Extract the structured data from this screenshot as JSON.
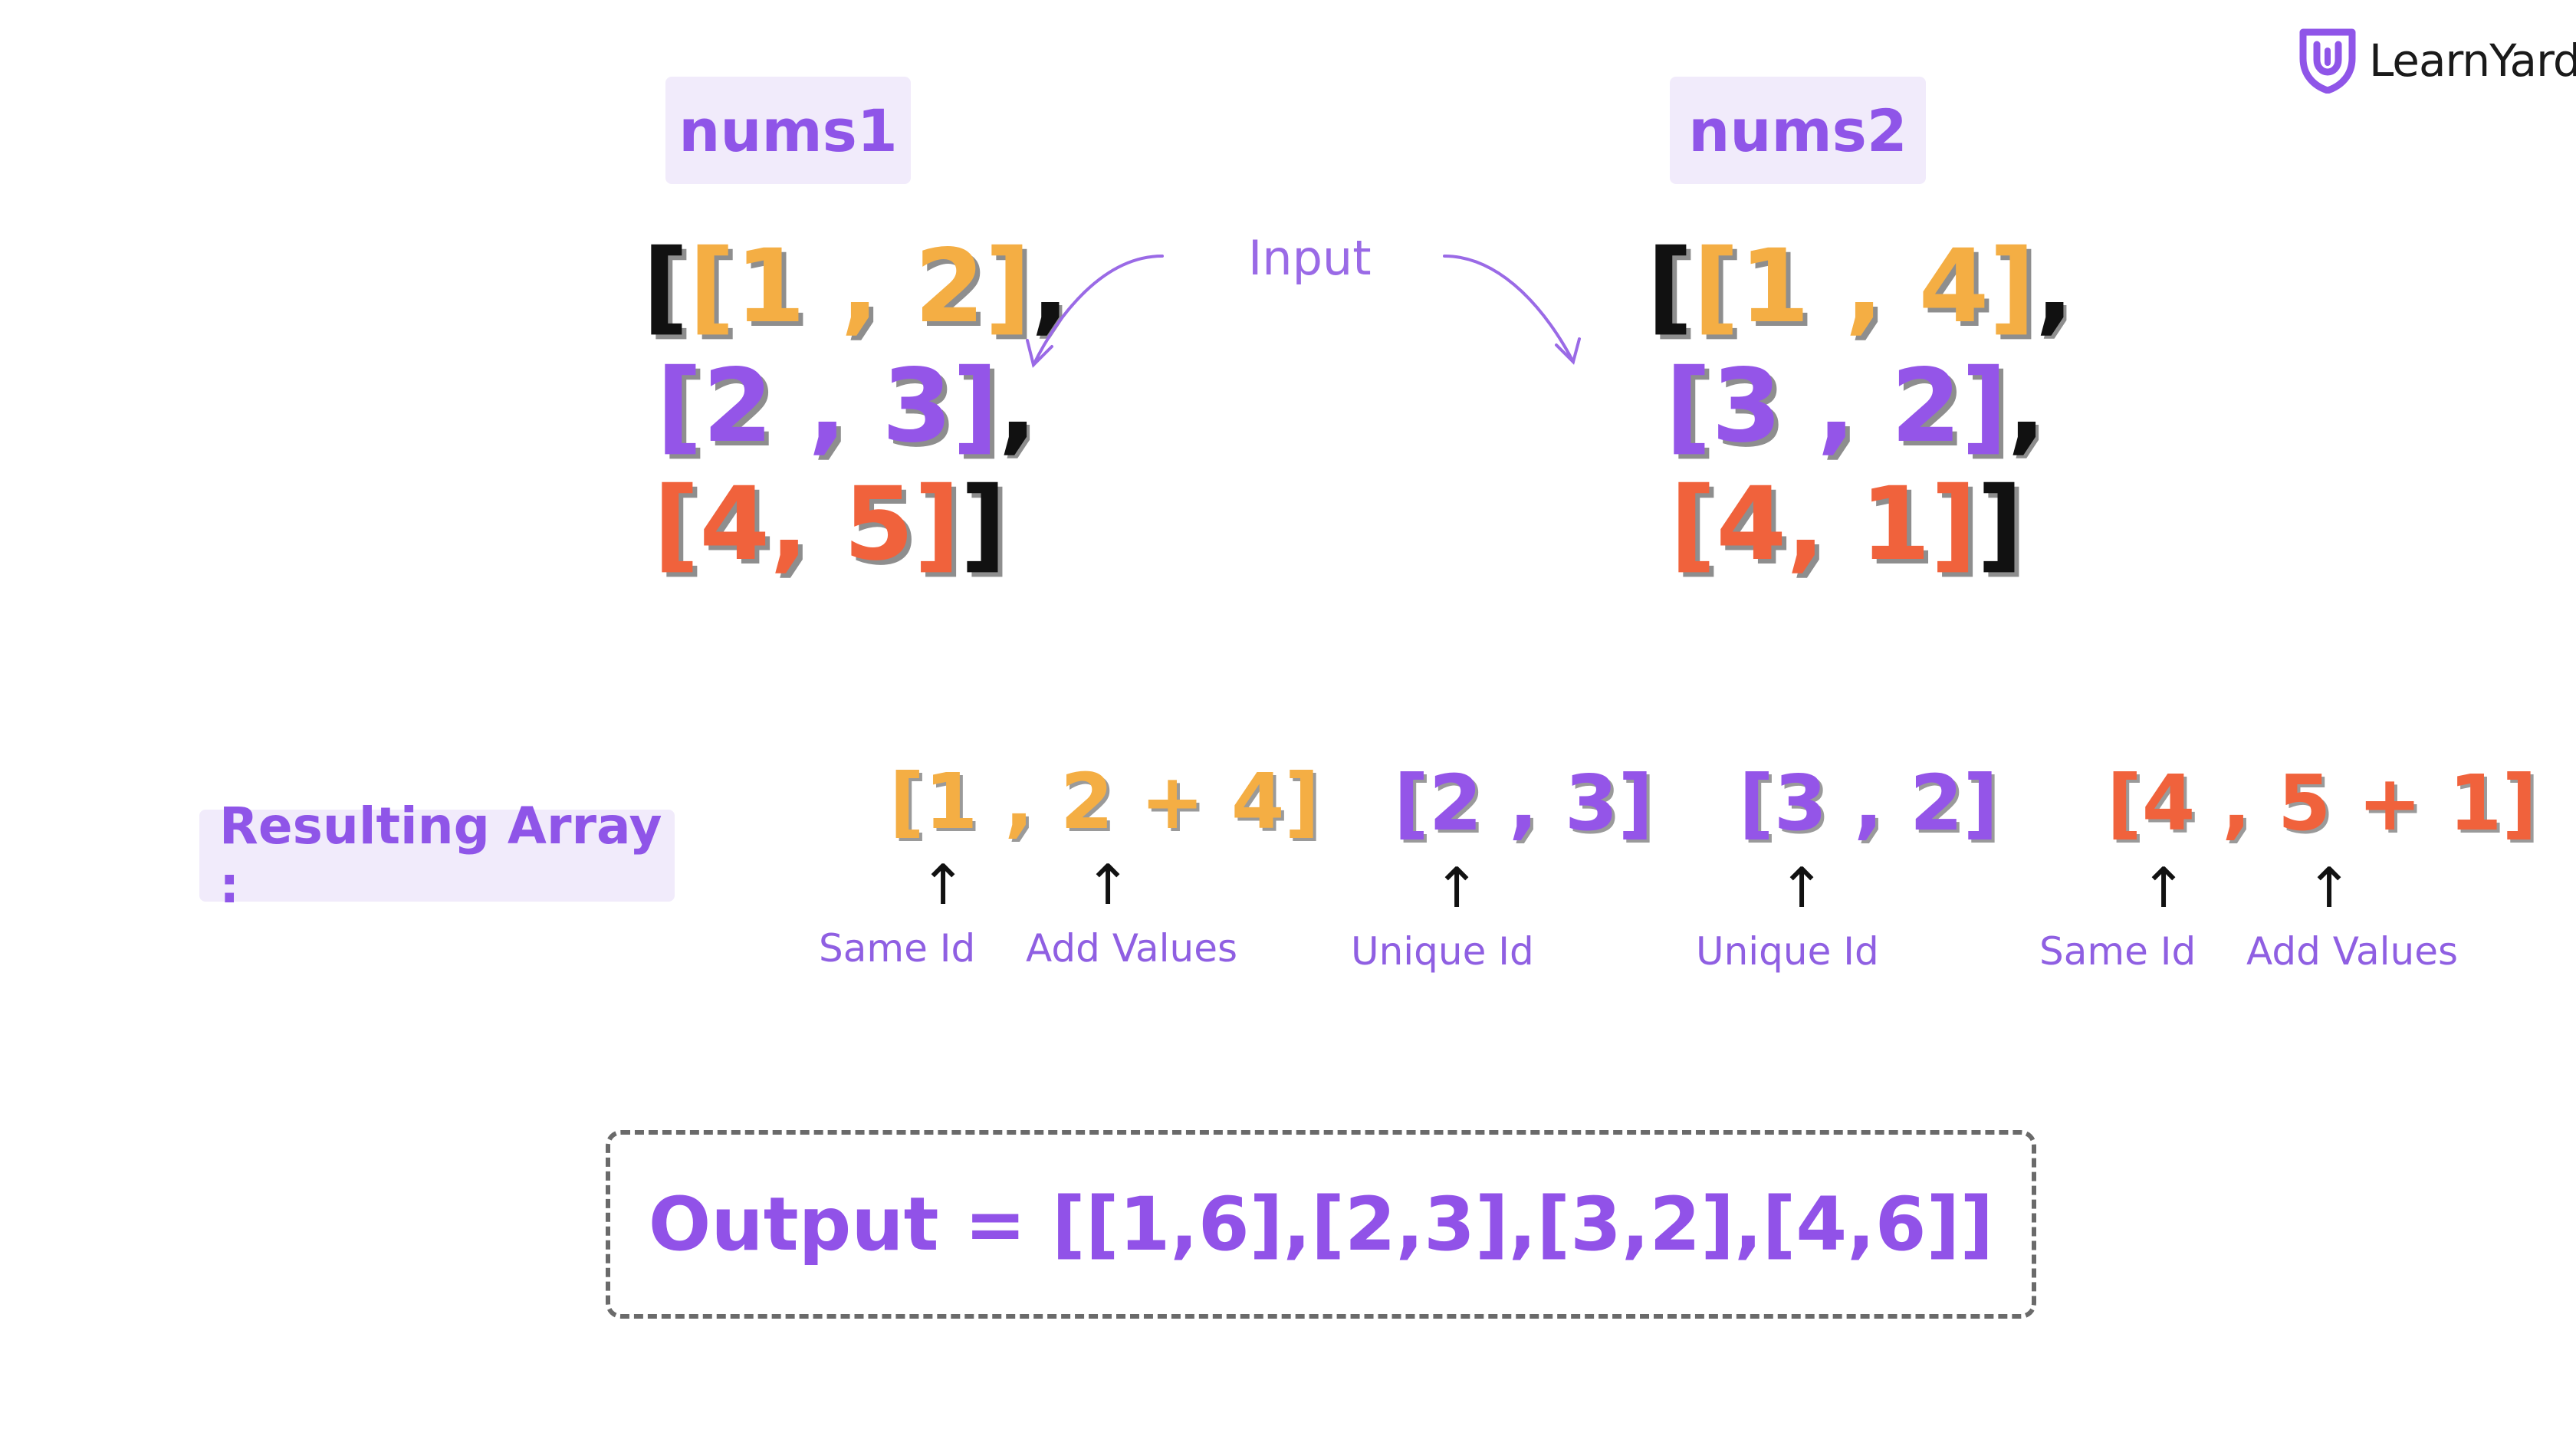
{
  "brand": {
    "name": "LearnYard",
    "color": "#8f55e8"
  },
  "colors": {
    "purple": "#9455e8",
    "orange": "#f4ae44",
    "red": "#f0623c",
    "chip_bg": "#f1ebfb"
  },
  "nums1": {
    "title": "nums1",
    "rows": [
      {
        "open": "[",
        "pair": "[1 , 2]",
        "close": ","
      },
      {
        "open": "",
        "pair": "[2 , 3]",
        "close": ","
      },
      {
        "open": "",
        "pair": "[4, 5]",
        "close": "]"
      }
    ]
  },
  "nums2": {
    "title": "nums2",
    "rows": [
      {
        "open": "[",
        "pair": "[1 , 4]",
        "close": ","
      },
      {
        "open": "",
        "pair": "[3 , 2]",
        "close": ","
      },
      {
        "open": "",
        "pair": "[4, 1]",
        "close": "]"
      }
    ]
  },
  "input_label": "Input",
  "result": {
    "label": "Resulting Array :",
    "items": [
      {
        "text": "[1 , 2 + 4]",
        "notes": [
          "Same Id",
          "Add Values"
        ]
      },
      {
        "text": "[2 , 3]",
        "notes": [
          "Unique Id"
        ]
      },
      {
        "text": "[3 , 2]",
        "notes": [
          "Unique Id"
        ]
      },
      {
        "text": "[4 , 5 + 1]",
        "notes": [
          "Same Id",
          "Add Values"
        ]
      }
    ]
  },
  "output": {
    "text": "Output = [[1,6],[2,3],[3,2],[4,6]]"
  }
}
